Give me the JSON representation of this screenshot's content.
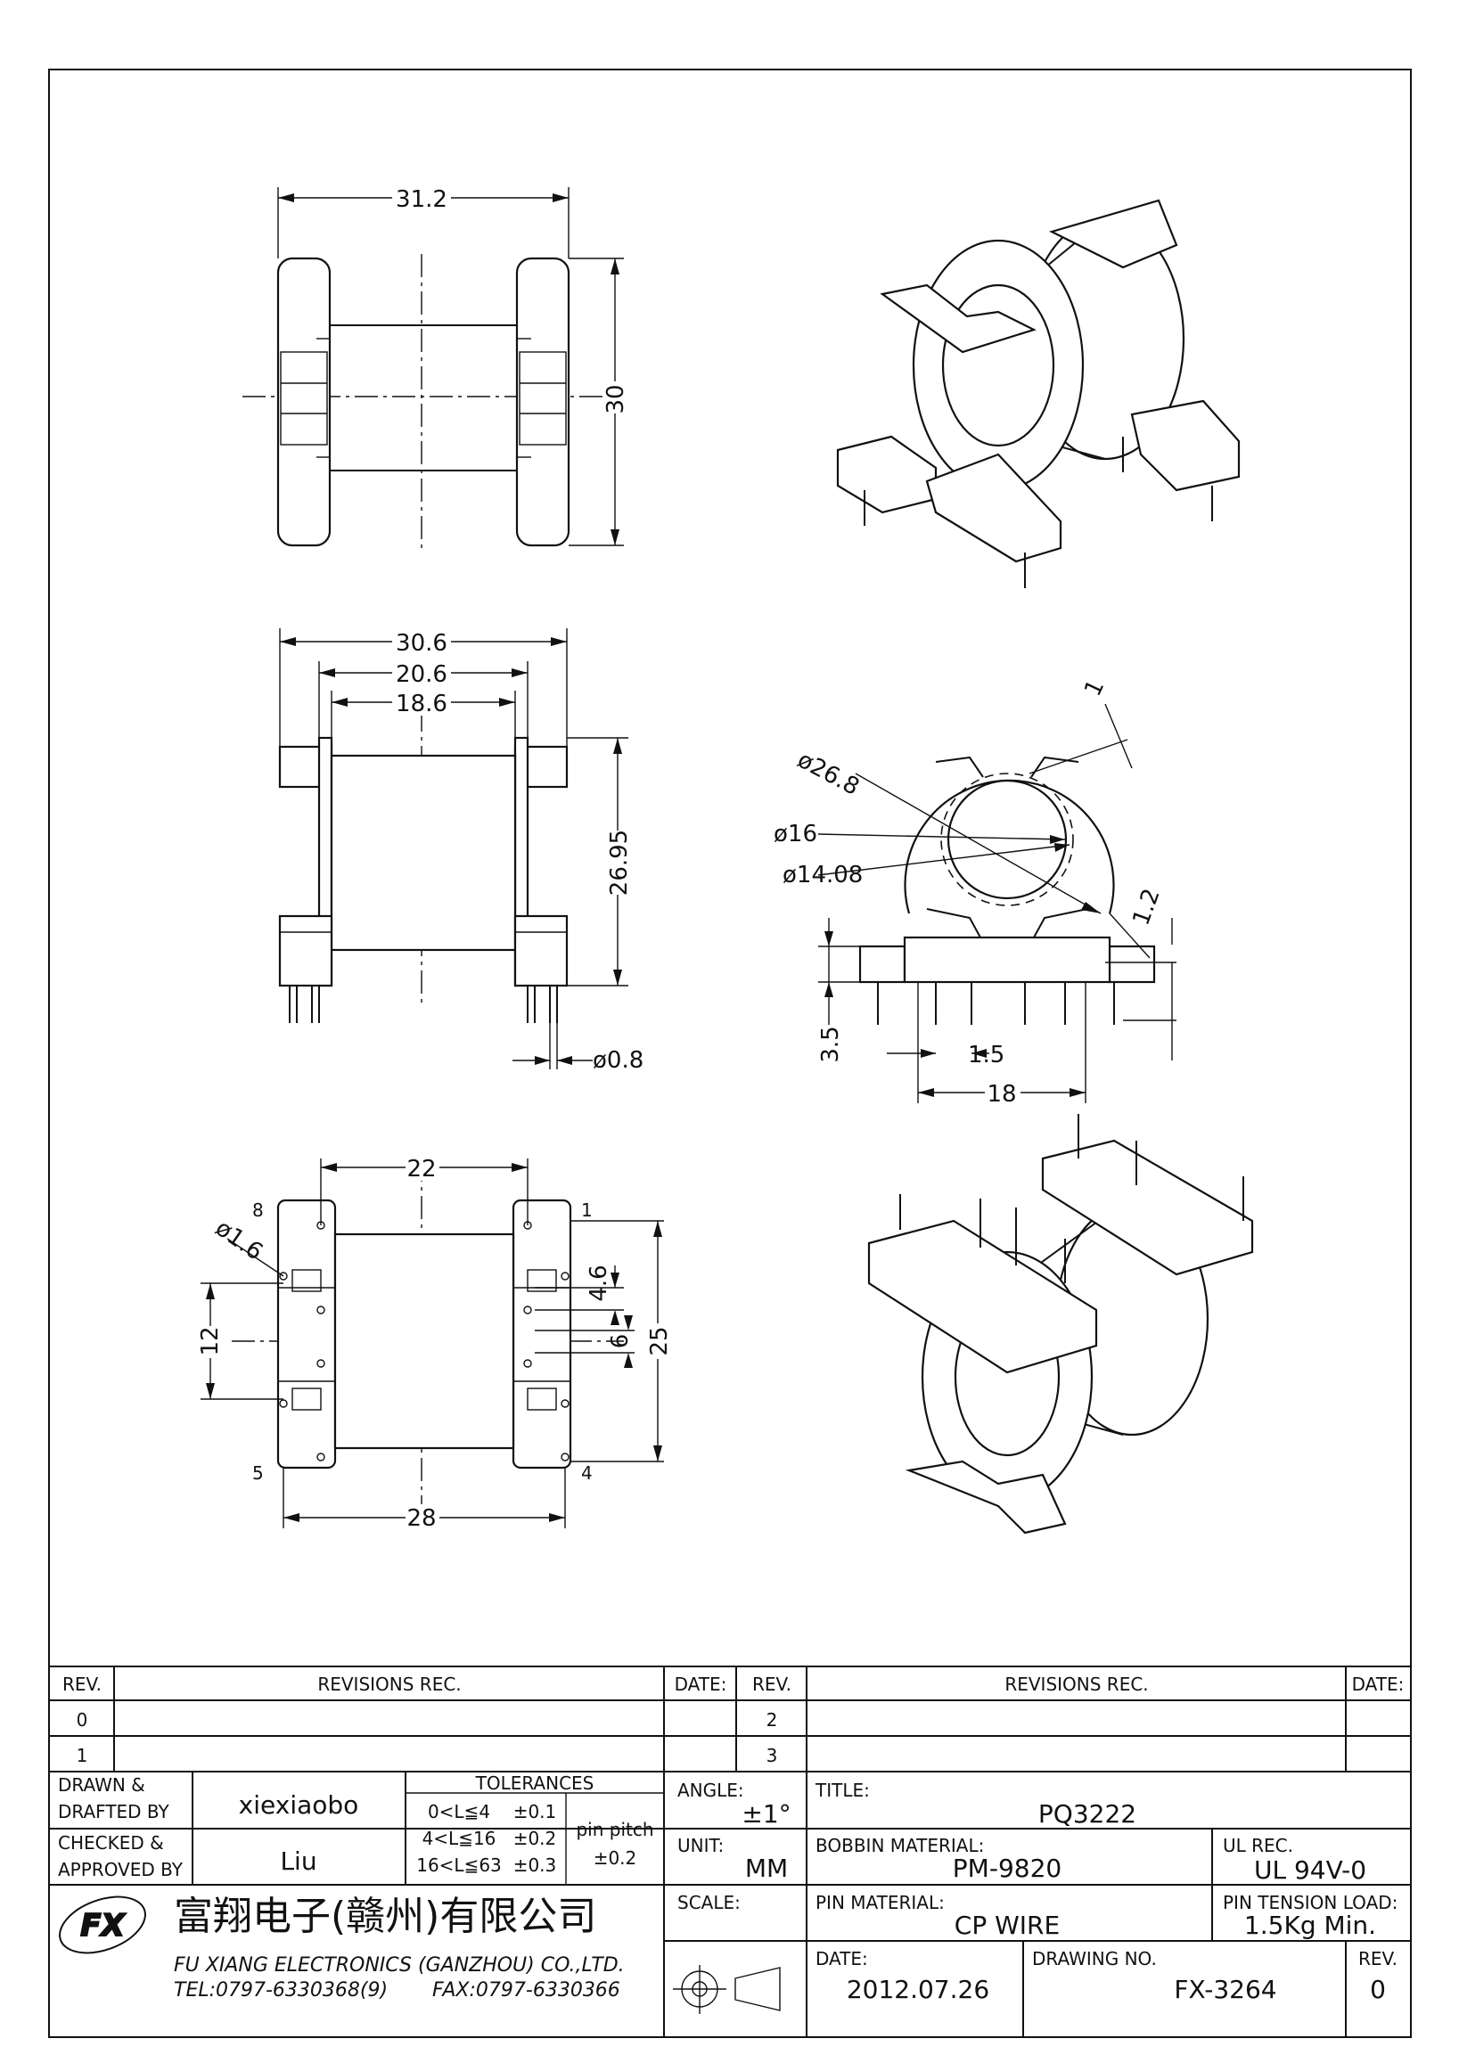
{
  "views": {
    "top": {
      "width": "31.2",
      "height": "30"
    },
    "front": {
      "overall": "30.6",
      "flange_span": "20.6",
      "winding": "18.6",
      "height": "26.95",
      "pin_dia": "ø0.8"
    },
    "side": {
      "outer_dia": "ø26.8",
      "tube_dia": "ø16",
      "bore_dia": "ø14.08",
      "flange_thk": "1",
      "wall": "1.2",
      "base": "3.5",
      "pin_pitch": "1.5",
      "base_width": "18"
    },
    "bottom": {
      "inner_span": "22",
      "outer_span": "28",
      "hole_dia": "ø1.6",
      "left_pitch": "12",
      "row_span": "25",
      "pitch_a": "4.6",
      "pitch_b": "6",
      "pin_8": "8",
      "pin_1": "1",
      "pin_5": "5",
      "pin_4": "4"
    }
  },
  "revisions_table": {
    "left": {
      "rev_header": "REV.",
      "revisions_header": "REVISIONS REC.",
      "date_header": "DATE:",
      "rows": [
        "0",
        "1"
      ]
    },
    "right": {
      "rev_header": "REV.",
      "revisions_header": "REVISIONS REC.",
      "date_header": "DATE:",
      "rows": [
        "2",
        "3"
      ]
    }
  },
  "title_block": {
    "drawn_label_1": "DRAWN &",
    "drawn_label_2": "DRAFTED BY",
    "drawn_by": "xiexiaobo",
    "checked_label_1": "CHECKED &",
    "checked_label_2": "APPROVED BY",
    "checked_by": "Liu",
    "tolerances_header": "TOLERANCES",
    "tol_rows": [
      {
        "range": "0<L≦4",
        "value": "±0.1"
      },
      {
        "range": "4<L≦16",
        "value": "±0.2"
      },
      {
        "range": "16<L≦63",
        "value": "±0.3"
      }
    ],
    "pin_pitch_label": "pin pitch",
    "pin_pitch_value": "±0.2",
    "angle_label": "ANGLE:",
    "angle_value": "±1°",
    "unit_label": "UNIT:",
    "unit_value": "MM",
    "scale_label": "SCALE:",
    "title_label": "TITLE:",
    "title_value": "PQ3222",
    "bobbin_material_label": "BOBBIN MATERIAL:",
    "bobbin_material_value": "PM-9820",
    "ul_label": "UL REC.",
    "ul_value": "UL 94V-0",
    "pin_material_label": "PIN MATERIAL:",
    "pin_material_value": "CP WIRE",
    "pin_tension_label": "PIN TENSION LOAD:",
    "pin_tension_value": "1.5Kg Min.",
    "date_label": "DATE:",
    "date_value": "2012.07.26",
    "drawing_no_label": "DRAWING NO.",
    "drawing_no_value": "FX-3264",
    "rev_label": "REV.",
    "rev_value": "0",
    "company_cn": "富翔电子(赣州)有限公司",
    "company_en": "FU XIANG ELECTRONICS (GANZHOU) CO.,LTD.",
    "tel": "TEL:0797-6330368(9)",
    "fax": "FAX:0797-6330366",
    "logo_text": "FX"
  }
}
